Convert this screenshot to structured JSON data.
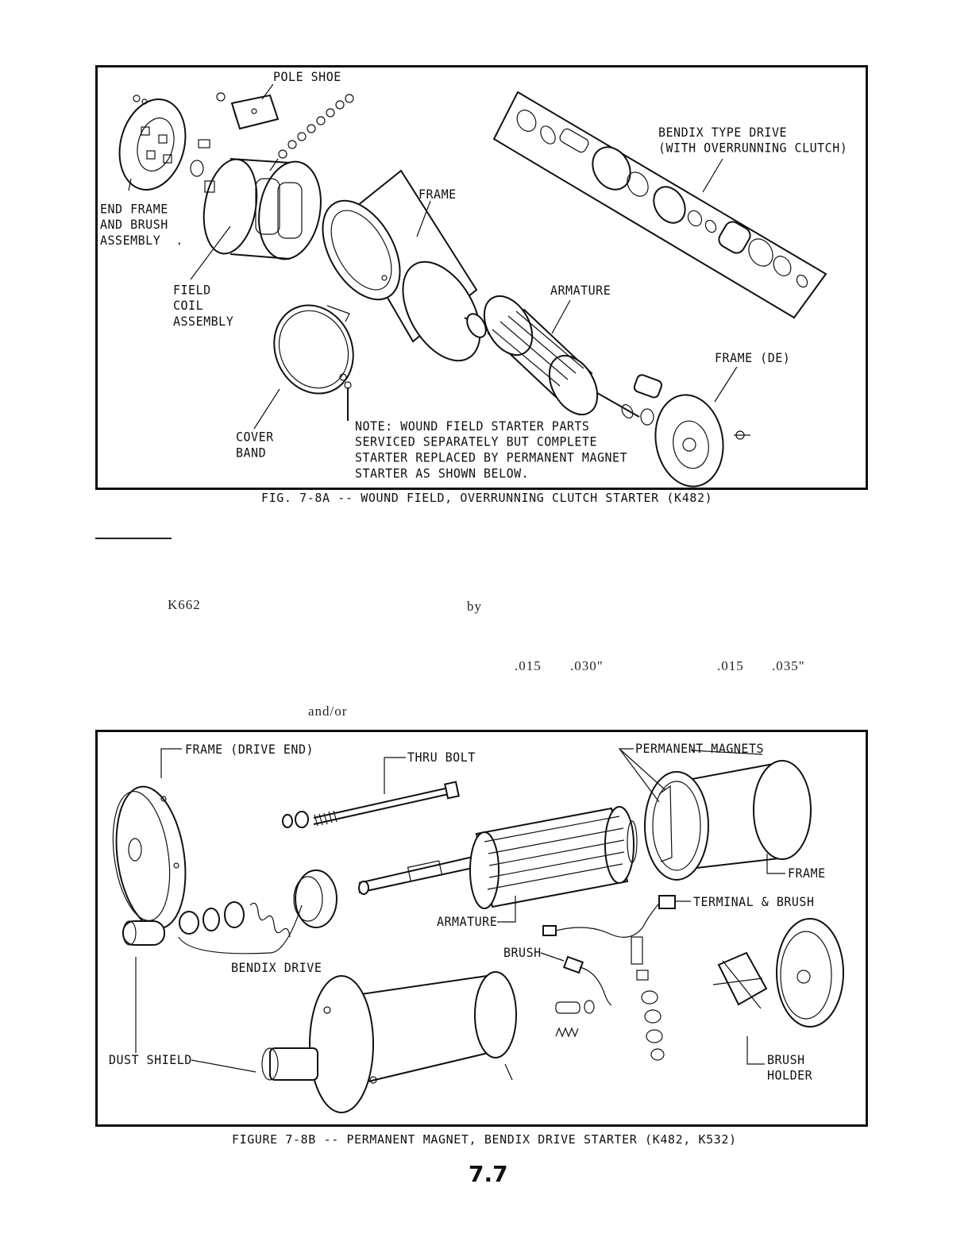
{
  "figure_a": {
    "caption": "FIG. 7-8A -- WOUND FIELD, OVERRUNNING CLUTCH STARTER (K482)",
    "labels": {
      "pole_shoe": "POLE SHOE",
      "bendix_type_drive": "BENDIX TYPE DRIVE\n(WITH OVERRUNNING CLUTCH)",
      "frame": "FRAME",
      "end_frame": "END FRAME\nAND BRUSH\nASSEMBLY  .",
      "field_coil": "FIELD\nCOIL\nASSEMBLY",
      "armature": "ARMATURE",
      "frame_de": "FRAME  (DE)",
      "cover_band": "COVER\nBAND",
      "note": "NOTE: WOUND FIELD STARTER PARTS\nSERVICED SEPARATELY BUT COMPLETE\nSTARTER REPLACED BY PERMANENT MAGNET\nSTARTER AS SHOWN BELOW."
    }
  },
  "text_fragments": {
    "model": "K662",
    "by": "by",
    "gap1_min": ".015",
    "gap1_max": ".030\"",
    "gap2_min": ".015",
    "gap2_max": ".035\"",
    "and_or": "and/or"
  },
  "figure_b": {
    "caption": "FIGURE 7-8B -- PERMANENT MAGNET, BENDIX DRIVE STARTER (K482, K532)",
    "labels": {
      "frame_drive_end": "FRAME (DRIVE END)",
      "thru_bolt": "THRU BOLT",
      "permanent_magnets": "PERMANENT MAGNETS",
      "frame": "FRAME",
      "terminal_brush": "TERMINAL & BRUSH",
      "armature": "ARMATURE",
      "brush": "BRUSH",
      "bendix_drive": "BENDIX DRIVE",
      "dust_shield": "DUST SHIELD",
      "brush_holder": "BRUSH\nHOLDER"
    }
  },
  "page_number": "7.7"
}
